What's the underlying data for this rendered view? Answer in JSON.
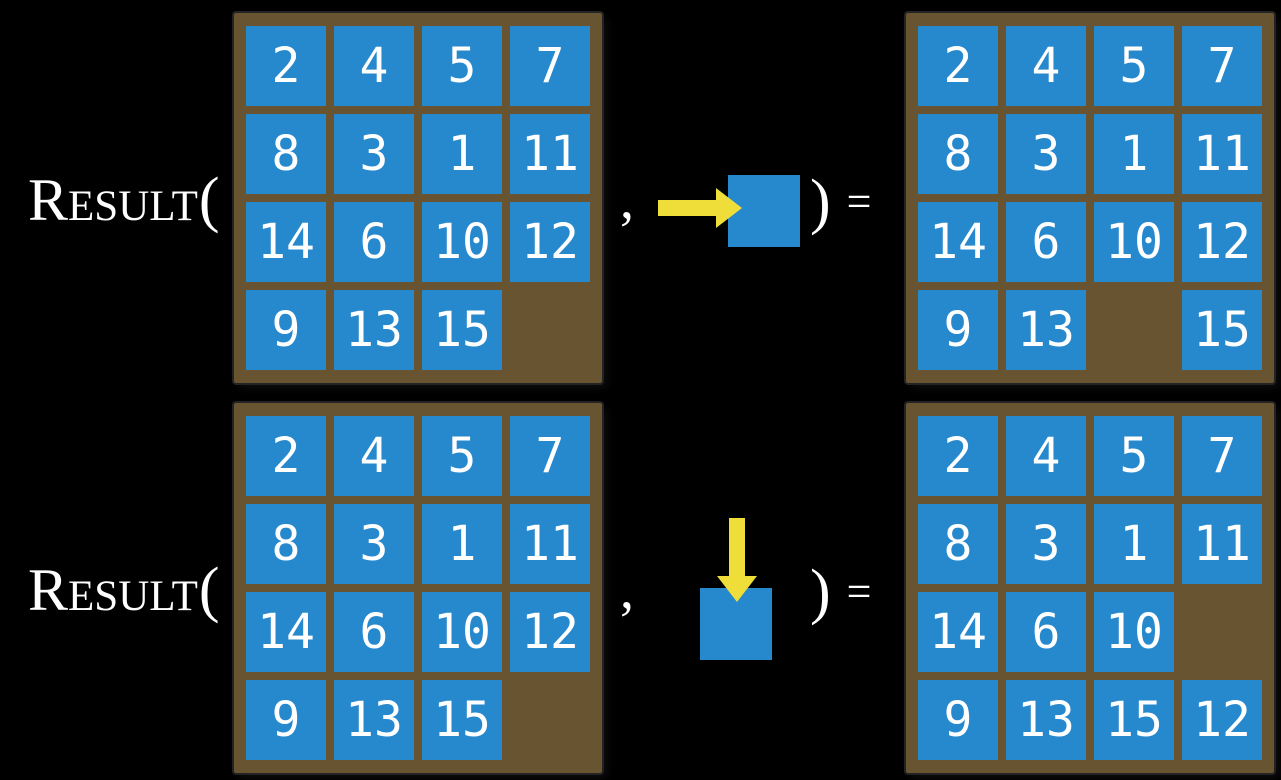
{
  "colors": {
    "background": "#000000",
    "frame_brown": "#685431",
    "tile_blue": "#2688cd",
    "arrow_yellow": "#efdd3a",
    "text_white": "#ffffff"
  },
  "function": {
    "name_cap": "R",
    "name_rest": "ESULT",
    "open_paren": "(",
    "comma": ",",
    "close_paren": ")",
    "equals": "="
  },
  "equations": [
    {
      "action_direction": "right",
      "before": [
        [
          "2",
          "4",
          "5",
          "7"
        ],
        [
          "8",
          "3",
          "1",
          "11"
        ],
        [
          "14",
          "6",
          "10",
          "12"
        ],
        [
          "9",
          "13",
          "15",
          ""
        ]
      ],
      "after": [
        [
          "2",
          "4",
          "5",
          "7"
        ],
        [
          "8",
          "3",
          "1",
          "11"
        ],
        [
          "14",
          "6",
          "10",
          "12"
        ],
        [
          "9",
          "13",
          "",
          "15"
        ]
      ]
    },
    {
      "action_direction": "down",
      "before": [
        [
          "2",
          "4",
          "5",
          "7"
        ],
        [
          "8",
          "3",
          "1",
          "11"
        ],
        [
          "14",
          "6",
          "10",
          "12"
        ],
        [
          "9",
          "13",
          "15",
          ""
        ]
      ],
      "after": [
        [
          "2",
          "4",
          "5",
          "7"
        ],
        [
          "8",
          "3",
          "1",
          "11"
        ],
        [
          "14",
          "6",
          "10",
          ""
        ],
        [
          "9",
          "13",
          "15",
          "12"
        ]
      ]
    }
  ]
}
